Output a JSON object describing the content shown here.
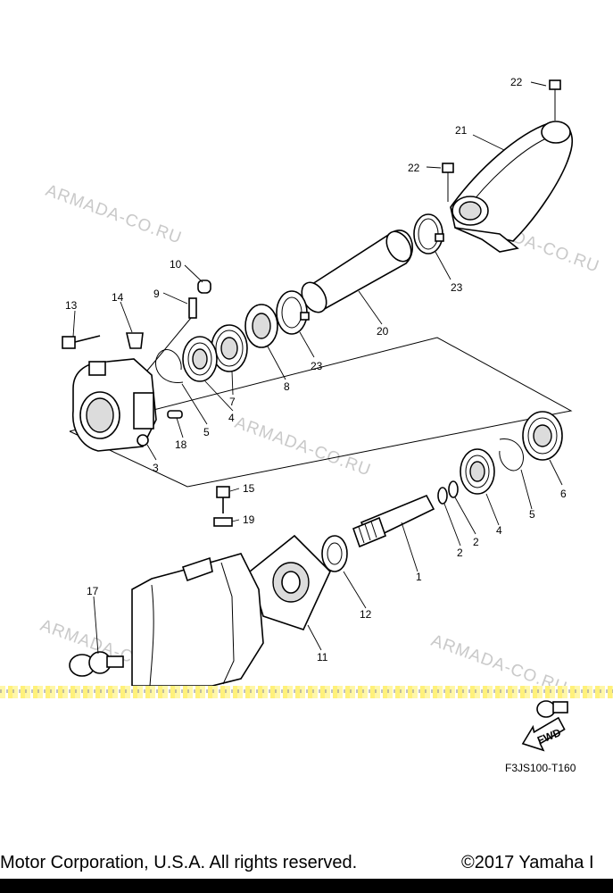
{
  "watermarks": [
    "ARMADA-CO.RU",
    "ARMADA-CO.RU",
    "ARMADA-CO.RU",
    "ARMADA-CO.RU",
    "ARMADA-CO.RU"
  ],
  "callouts": [
    "22",
    "21",
    "22",
    "23",
    "20",
    "23",
    "10",
    "9",
    "14",
    "13",
    "8",
    "7",
    "4",
    "5",
    "18",
    "3",
    "6",
    "5",
    "4",
    "2",
    "2",
    "1",
    "15",
    "19",
    "12",
    "17",
    "11"
  ],
  "diagram_code": "F3JS100-T160",
  "fwd_label": "FWD",
  "footer": {
    "left_text": "Motor Corporation, U.S.A. All rights reserved.",
    "right_text": "©2017 Yamaha I"
  }
}
